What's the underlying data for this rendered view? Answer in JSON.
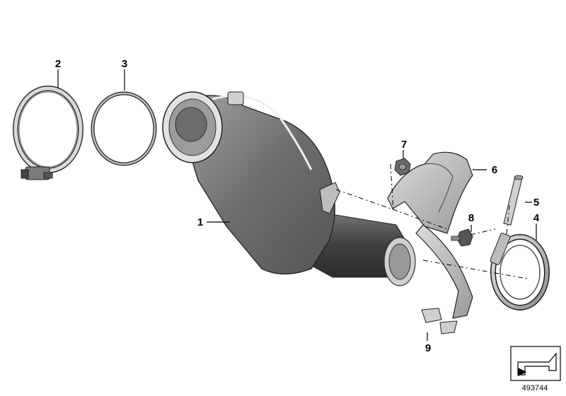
{
  "diagram": {
    "callouts": [
      {
        "id": "c2",
        "label": "2"
      },
      {
        "id": "c3",
        "label": "3"
      },
      {
        "id": "c1",
        "label": "1"
      },
      {
        "id": "c7",
        "label": "7"
      },
      {
        "id": "c6",
        "label": "6"
      },
      {
        "id": "c5",
        "label": "5"
      },
      {
        "id": "c4",
        "label": "4"
      },
      {
        "id": "c8",
        "label": "8"
      },
      {
        "id": "c9",
        "label": "9"
      }
    ],
    "document_number": "493744",
    "colors": {
      "metal_dark": "#5f5f5f",
      "metal_mid": "#8a8a8a",
      "metal_light": "#cfcfcf",
      "outline": "#2a2a2a"
    }
  }
}
